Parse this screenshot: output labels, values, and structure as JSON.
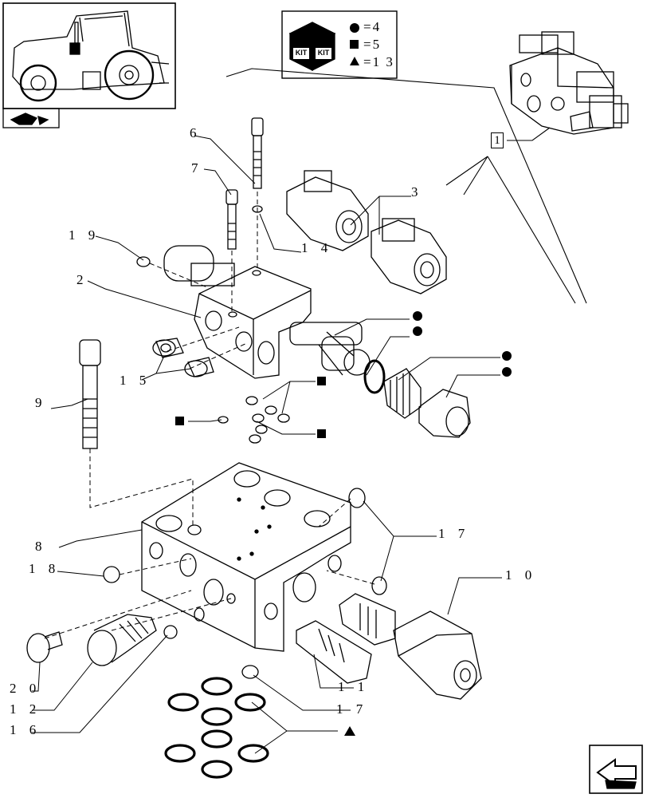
{
  "kit_legend": [
    {
      "symbol": "circle",
      "text": "=4"
    },
    {
      "symbol": "square",
      "text": "=5"
    },
    {
      "symbol": "triangle",
      "text": "=1 3"
    }
  ],
  "kit_box_text": "KIT",
  "reference_box": "1",
  "callouts": {
    "p1": "1",
    "p2": "2",
    "p3": "3",
    "p6": "6",
    "p7": "7",
    "p8": "8",
    "p9": "9",
    "p10": "1 0",
    "p11": "1 1",
    "p12": "1 2",
    "p14": "1 4",
    "p15": "1 5",
    "p16": "1 6",
    "p17a": "1 7",
    "p17b": "1 7",
    "p18": "1 8",
    "p19": "1 9",
    "p20": "2 0"
  },
  "icons": [
    "tractor-thumbnail-icon",
    "book-arrow-icon",
    "kit-box-icon",
    "next-page-arrow-icon"
  ]
}
